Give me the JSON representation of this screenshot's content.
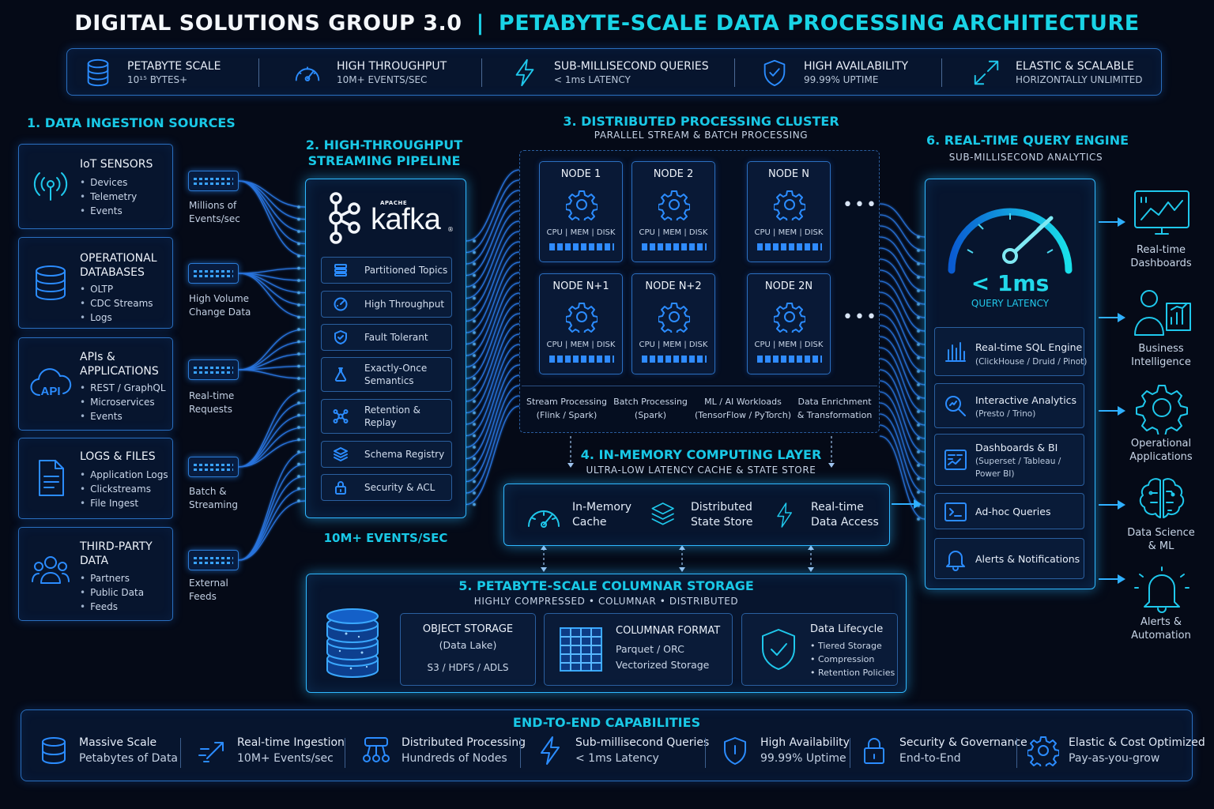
{
  "header": {
    "left": "DIGITAL SOLUTIONS GROUP 3.0",
    "separator": "|",
    "right": "PETABYTE-SCALE DATA PROCESSING ARCHITECTURE"
  },
  "features": [
    {
      "icon": "database-icon",
      "title": "PETABYTE SCALE",
      "sub": "10¹⁵ BYTES+"
    },
    {
      "icon": "speedometer-icon",
      "title": "HIGH THROUGHPUT",
      "sub": "10M+ EVENTS/SEC"
    },
    {
      "icon": "lightning-icon",
      "title": "SUB-MILLISECOND QUERIES",
      "sub": "< 1ms LATENCY"
    },
    {
      "icon": "shield-check-icon",
      "title": "HIGH AVAILABILITY",
      "sub": "99.99% UPTIME"
    },
    {
      "icon": "expand-arrows-icon",
      "title": "ELASTIC & SCALABLE",
      "sub": "HORIZONTALLY UNLIMITED"
    }
  ],
  "ingestion": {
    "title": "1. DATA INGESTION SOURCES",
    "sources": [
      {
        "name": "IoT SENSORS",
        "items": [
          "Devices",
          "Telemetry",
          "Events"
        ],
        "stream": "Millions of\nEvents/sec"
      },
      {
        "name": "OPERATIONAL\nDATABASES",
        "items": [
          "OLTP",
          "CDC Streams",
          "Logs"
        ],
        "stream": "High Volume\nChange Data"
      },
      {
        "name": "APIs &\nAPPLICATIONS",
        "items": [
          "REST / GraphQL",
          "Microservices",
          "Events"
        ],
        "stream": "Real-time\nRequests",
        "icon_text": "API"
      },
      {
        "name": "LOGS & FILES",
        "items": [
          "Application Logs",
          "Clickstreams",
          "File Ingest"
        ],
        "stream": "Batch &\nStreaming"
      },
      {
        "name": "THIRD-PARTY\nDATA",
        "items": [
          "Partners",
          "Public Data",
          "Feeds"
        ],
        "stream": "External\nFeeds"
      }
    ]
  },
  "pipeline": {
    "title": "2. HIGH-THROUGHPUT\nSTREAMING PIPELINE",
    "logo_small": "APACHE",
    "logo": "kafka",
    "logo_mark": "®",
    "items": [
      "Partitioned Topics",
      "High Throughput",
      "Fault Tolerant",
      "Exactly-Once\nSemantics",
      "Retention &\nReplay",
      "Schema Registry",
      "Security & ACL"
    ],
    "footer": "10M+ EVENTS/SEC"
  },
  "cluster": {
    "title": "3. DISTRIBUTED PROCESSING CLUSTER",
    "sub": "PARALLEL STREAM & BATCH PROCESSING",
    "nodes": [
      "NODE 1",
      "NODE 2",
      "NODE N",
      "NODE N+1",
      "NODE N+2",
      "NODE 2N"
    ],
    "resources": "CPU | MEM | DISK",
    "ellipsis": "•••",
    "workloads": [
      "Stream Processing\n(Flink / Spark)",
      "Batch Processing\n(Spark)",
      "ML / AI Workloads\n(TensorFlow / PyTorch)",
      "Data Enrichment\n& Transformation"
    ]
  },
  "memory": {
    "title": "4. IN-MEMORY COMPUTING LAYER",
    "sub": "ULTRA-LOW LATENCY CACHE & STATE STORE",
    "items": [
      "In-Memory\nCache",
      "Distributed\nState Store",
      "Real-time\nData Access"
    ]
  },
  "storage": {
    "title": "5. PETABYTE-SCALE COLUMNAR STORAGE",
    "sub": "HIGHLY COMPRESSED • COLUMNAR • DISTRIBUTED",
    "object": {
      "title": "OBJECT STORAGE",
      "sub": "(Data Lake)",
      "detail": "S3 / HDFS / ADLS"
    },
    "columnar": {
      "title": "COLUMNAR FORMAT",
      "l1": "Parquet / ORC",
      "l2": "Vectorized Storage"
    },
    "lifecycle": {
      "title": "Data Lifecycle",
      "items": [
        "Tiered Storage",
        "Compression",
        "Retention Policies"
      ]
    }
  },
  "query": {
    "title": "6. REAL-TIME QUERY ENGINE",
    "sub": "SUB-MILLISECOND ANALYTICS",
    "latency": "< 1ms",
    "latency_label": "QUERY LATENCY",
    "items": [
      {
        "a": "Real-time SQL Engine",
        "b": "(ClickHouse / Druid / Pinot)"
      },
      {
        "a": "Interactive Analytics",
        "b": "(Presto / Trino)"
      },
      {
        "a": "Dashboards & BI",
        "b": "(Superset / Tableau /\nPower BI)"
      },
      {
        "a": "Ad-hoc Queries",
        "b": ""
      },
      {
        "a": "Alerts & Notifications",
        "b": ""
      }
    ]
  },
  "outputs": [
    "Real-time\nDashboards",
    "Business\nIntelligence",
    "Operational\nApplications",
    "Data Science\n& ML",
    "Alerts &\nAutomation"
  ],
  "capabilities": {
    "title": "END-TO-END CAPABILITIES",
    "items": [
      {
        "a": "Massive Scale",
        "b": "Petabytes of Data"
      },
      {
        "a": "Real-time Ingestion",
        "b": "10M+ Events/sec"
      },
      {
        "a": "Distributed Processing",
        "b": "Hundreds of Nodes"
      },
      {
        "a": "Sub-millisecond Queries",
        "b": "< 1ms Latency"
      },
      {
        "a": "High Availability",
        "b": "99.99% Uptime"
      },
      {
        "a": "Security & Governance",
        "b": "End-to-End"
      },
      {
        "a": "Elastic & Cost Optimized",
        "b": "Pay-as-you-grow"
      }
    ]
  },
  "colors": {
    "background": "#050a17",
    "accent": "#19d4e6",
    "blue": "#2b8cff",
    "border": "#2a6fbf"
  }
}
